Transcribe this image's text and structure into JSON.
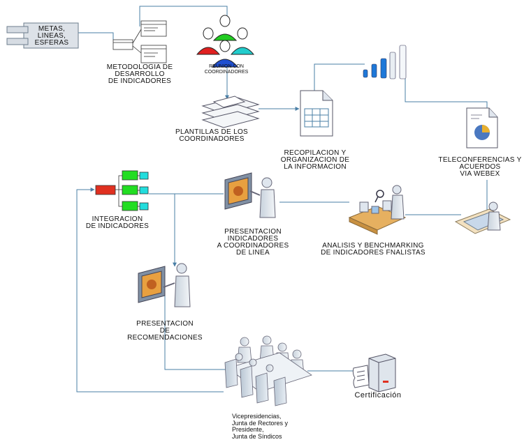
{
  "nodes": {
    "metas": [
      "METAS,",
      "LINEAS,",
      "ESFERAS"
    ],
    "metodologia": [
      "METODOLOGIA DE",
      "DESARROLLO",
      "DE INDICADORES"
    ],
    "reunion": [
      "REUNION CON",
      "COORDINADORES"
    ],
    "plantillas": [
      "PLANTILLAS DE LOS",
      "COORDINADORES"
    ],
    "recopilacion": [
      "RECOPILACION Y",
      "ORGANIZACION DE",
      "LA INFORMACION"
    ],
    "teleconferencias": [
      "TELECONFERENCIAS Y",
      "ACUERDOS",
      "VIA WEBEX"
    ],
    "integracion": [
      "INTEGRACION",
      "DE INDICADORES"
    ],
    "presentacion_indicadores": [
      "PRESENTACION",
      "INDICADORES",
      "A COORDINADORES",
      "DE LINEA"
    ],
    "analisis": [
      "ANALISIS Y BENCHMARKING",
      "DE INDICADORES FNALISTAS"
    ],
    "presentacion_recomendaciones": [
      "PRESENTACION",
      "DE",
      "RECOMENDACIONES"
    ],
    "certificacion": "Certificación",
    "vicepresidencias": [
      "Vicepresidencias,",
      "Junta de Rectores y",
      "Presidente,",
      "Junta de Síndicos"
    ]
  },
  "colors": {
    "line": "#4a7fa6",
    "person_green": "#22cc22",
    "person_red": "#e02020",
    "person_cyan": "#22cccc",
    "person_blue": "#2050d0",
    "tree_root": "#e03020",
    "tree_green": "#22dd22",
    "tree_cyan": "#22dddd",
    "bar_blue": "#1e78d8"
  }
}
